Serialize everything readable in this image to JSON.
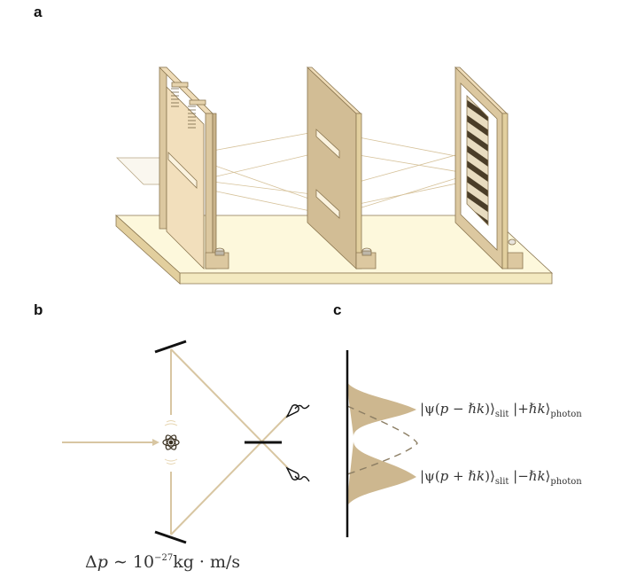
{
  "panels": {
    "a": {
      "label": "a",
      "description": "Bohr-Einstein double-slit apparatus: movable spring-mounted first slit, fixed double slit, and detection screen with interference fringes on a base plate",
      "components": [
        "spring-mounted-single-slit",
        "double-slit-plate",
        "fringe-screen",
        "base-plate"
      ]
    },
    "b": {
      "label": "b",
      "formula": {
        "delta": "Δ",
        "p": "p",
        "sim": " ∼ 10",
        "exponent": "−27",
        "units": "kg · m/s"
      },
      "components": [
        "incoming-beam",
        "atom",
        "upper-mirror",
        "lower-mirror",
        "beam-splitter",
        "detector-top",
        "detector-bottom"
      ]
    },
    "c": {
      "label": "c",
      "states": [
        {
          "ket": "|ψ(",
          "p": "p",
          "op": " − ",
          "hk": "ℏk",
          "close": ")⟩",
          "sub1": "slit",
          "ket2": " |+",
          "hk2": "ℏk",
          "close2": "⟩",
          "sub2": "photon"
        },
        {
          "ket": "|ψ(",
          "p": "p",
          "op": " + ",
          "hk": "ℏk",
          "close": ")⟩",
          "sub1": "slit",
          "ket2": " |−",
          "hk2": "ℏk",
          "close2": "⟩",
          "sub2": "photon"
        }
      ]
    }
  },
  "colors": {
    "wood": "#dcc8a0",
    "wood_dark": "#c9b38a",
    "wood_light": "#efdcb8",
    "base": "#fdf8dc",
    "beam": "#d8c6a2",
    "outline": "#8a7650",
    "gauss_fill": "#cdb78f",
    "ink": "#111111"
  }
}
